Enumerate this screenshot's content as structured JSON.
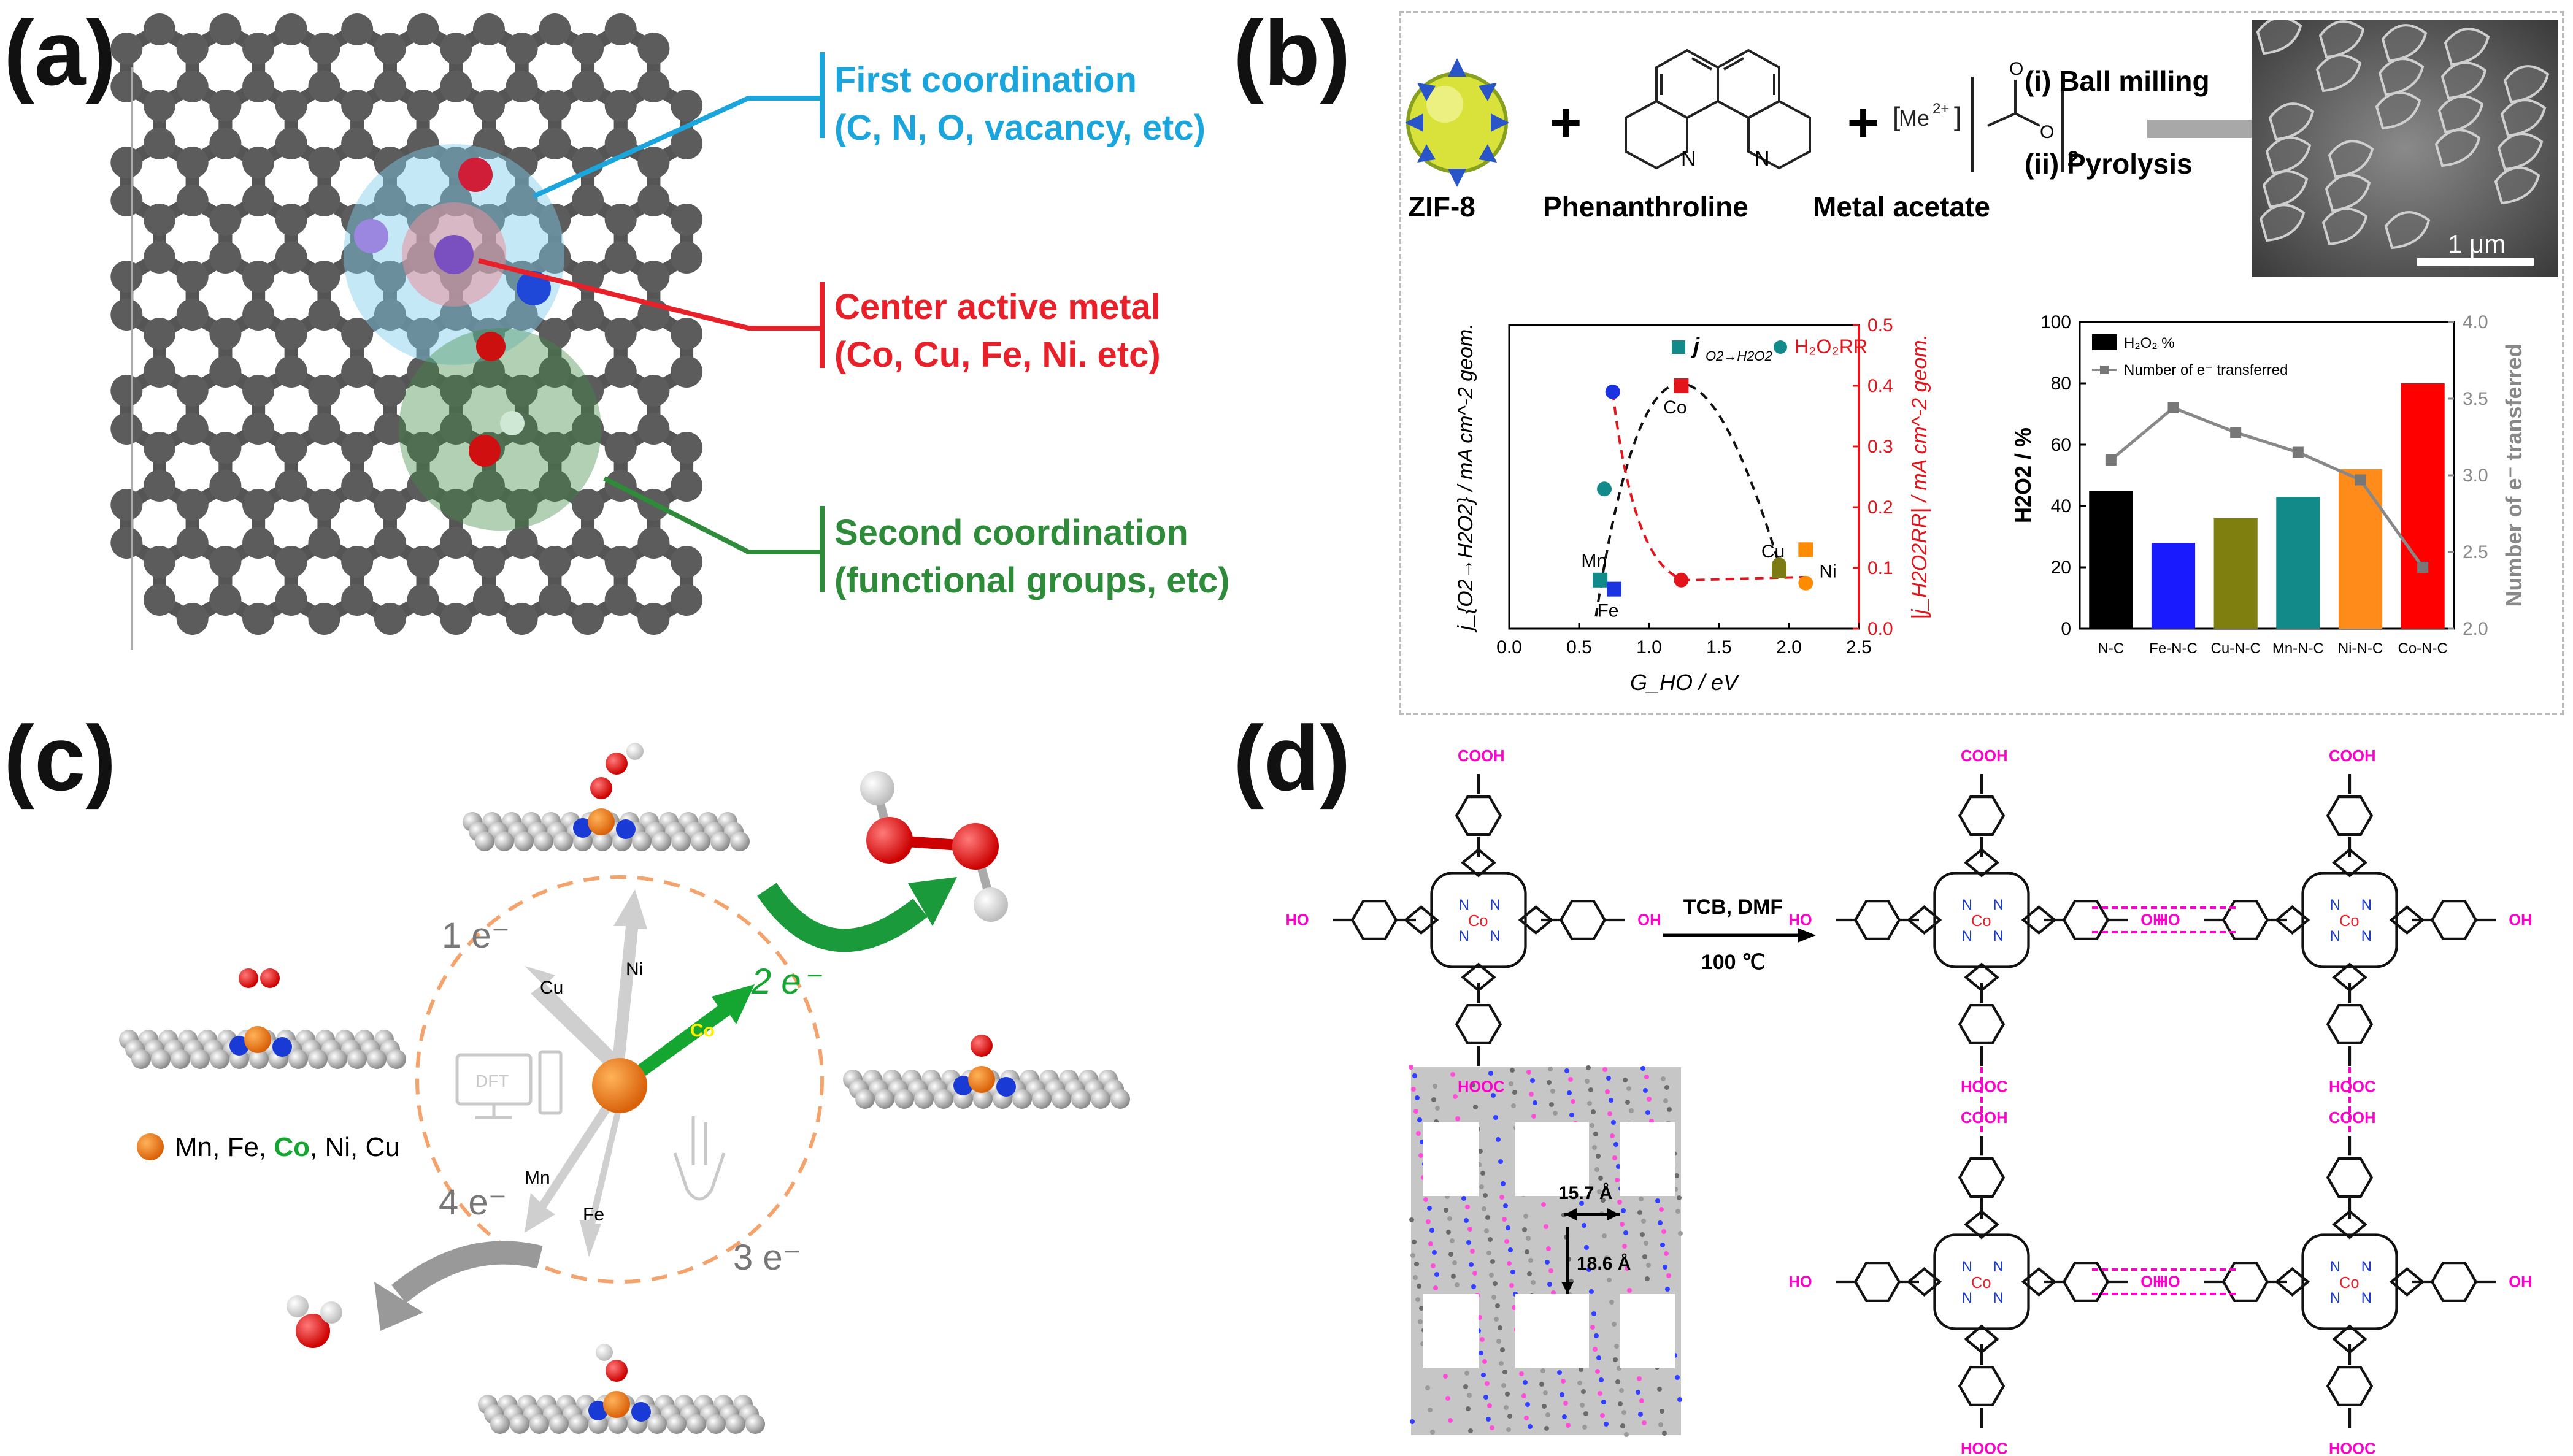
{
  "panel_a": {
    "letter": "(a)",
    "first_coord_title": "First coordination",
    "first_coord_sub": "(C, N, O, vacancy, etc)",
    "center_title": "Center active metal",
    "center_sub": "(Co, Cu, Fe, Ni. etc)",
    "second_coord_title": "Second coordination",
    "second_coord_sub": "(functional groups, etc)",
    "colors": {
      "first": "#1aa6dc",
      "center": "#e8202a",
      "second": "#2e8b3a"
    }
  },
  "panel_b": {
    "letter": "(b)",
    "reagent1": "ZIF-8",
    "reagent2": "Phenanthroline",
    "reagent3": "Metal acetate",
    "plus": "+",
    "metal_label": "Me",
    "metal_charge": "2+",
    "step1": "(i) Ball milling",
    "step2": "(ii) Pyrolysis",
    "scale_bar": "1 μm",
    "n_label": "N",
    "o_label": "O",
    "sub2": "2"
  },
  "chart_data": [
    {
      "type": "scatter",
      "title": "",
      "xlabel": "G_HO / eV",
      "ylabel_left": "j_{O2→H2O2} / mA cm^-2 geom.",
      "ylabel_right": "|j_H2O2RR| / mA cm^-2 geom.",
      "xlim": [
        0.0,
        2.5
      ],
      "ylim_right": [
        0.0,
        0.5
      ],
      "x_ticks": [
        "0.0",
        "0.5",
        "1.0",
        "1.5",
        "2.0",
        "2.5"
      ],
      "y_right_ticks": [
        "0.0",
        "0.1",
        "0.2",
        "0.3",
        "0.4",
        "0.5"
      ],
      "legend": [
        "j_{O2→H2O2}",
        "H2O2RR"
      ],
      "legend_texts": {
        "j": "j",
        "sub": "O2→H2O2",
        "rr": "H₂O₂RR"
      },
      "series": [
        {
          "name": "j_{O2→H2O2}",
          "points": [
            {
              "label": "Mn",
              "x": 0.65,
              "y": 0.08,
              "color": "#138a8a"
            },
            {
              "label": "Fe",
              "x": 0.75,
              "y": 0.065,
              "color": "#1c33e0"
            },
            {
              "label": "Co",
              "x": 1.23,
              "y": 0.4,
              "color": "#e3141c"
            },
            {
              "label": "Cu",
              "x": 1.93,
              "y": 0.095,
              "color": "#7c7a12"
            },
            {
              "label": "Ni",
              "x": 2.12,
              "y": 0.13,
              "color": "#ff8c00"
            }
          ]
        },
        {
          "name": "H2O2RR",
          "points": [
            {
              "x": 0.68,
              "y": 0.23
            },
            {
              "x": 0.74,
              "y": 0.39
            },
            {
              "x": 1.23,
              "y": 0.08
            },
            {
              "x": 1.93,
              "y": 0.105
            },
            {
              "x": 2.12,
              "y": 0.075
            }
          ]
        }
      ],
      "grid": false
    },
    {
      "type": "bar",
      "categories": [
        "N-C",
        "Fe-N-C",
        "Cu-N-C",
        "Mn-N-C",
        "Ni-N-C",
        "Co-N-C"
      ],
      "series": [
        {
          "name": "H₂O₂ %",
          "values": [
            45,
            28,
            36,
            43,
            52,
            80
          ],
          "colors": [
            "#000000",
            "#1a1aff",
            "#7f7f10",
            "#138a8a",
            "#ff8c1a",
            "#ff0000"
          ]
        },
        {
          "name": "Number of e⁻ transferred",
          "values": [
            3.1,
            3.44,
            3.28,
            3.15,
            2.97,
            2.4
          ]
        }
      ],
      "ylabel_left": "H2O2 / %",
      "ylabel_right": "Number of e⁻ transferred",
      "ylim_left": [
        0,
        100
      ],
      "ylim_right": [
        2.0,
        4.0
      ],
      "y_left_ticks": [
        "0",
        "20",
        "40",
        "60",
        "80",
        "100"
      ],
      "y_right_ticks": [
        "2.0",
        "2.5",
        "3.0",
        "3.5",
        "4.0"
      ],
      "legend_position": "top-left"
    }
  ],
  "panel_c": {
    "letter": "(c)",
    "e1": "1 e⁻",
    "e2": "2 e⁻",
    "e3": "3 e⁻",
    "e4": "4 e⁻",
    "dft": "DFT",
    "arrows": [
      "Cu",
      "Ni",
      "Co",
      "Mn",
      "Fe"
    ],
    "legend_metals": [
      "Mn, Fe, ",
      "Co",
      ", Ni, Cu"
    ]
  },
  "panel_d": {
    "letter": "(d)",
    "reagents": "TCB, DMF",
    "temperature": "100 ℃",
    "cooh": "COOH",
    "hooc": "HOOC",
    "ho": "HO",
    "oh": "OH",
    "o": "O",
    "h": "H",
    "n": "N",
    "co": "Co",
    "dist1": "15.7 Å",
    "dist2": "18.6 Å"
  }
}
